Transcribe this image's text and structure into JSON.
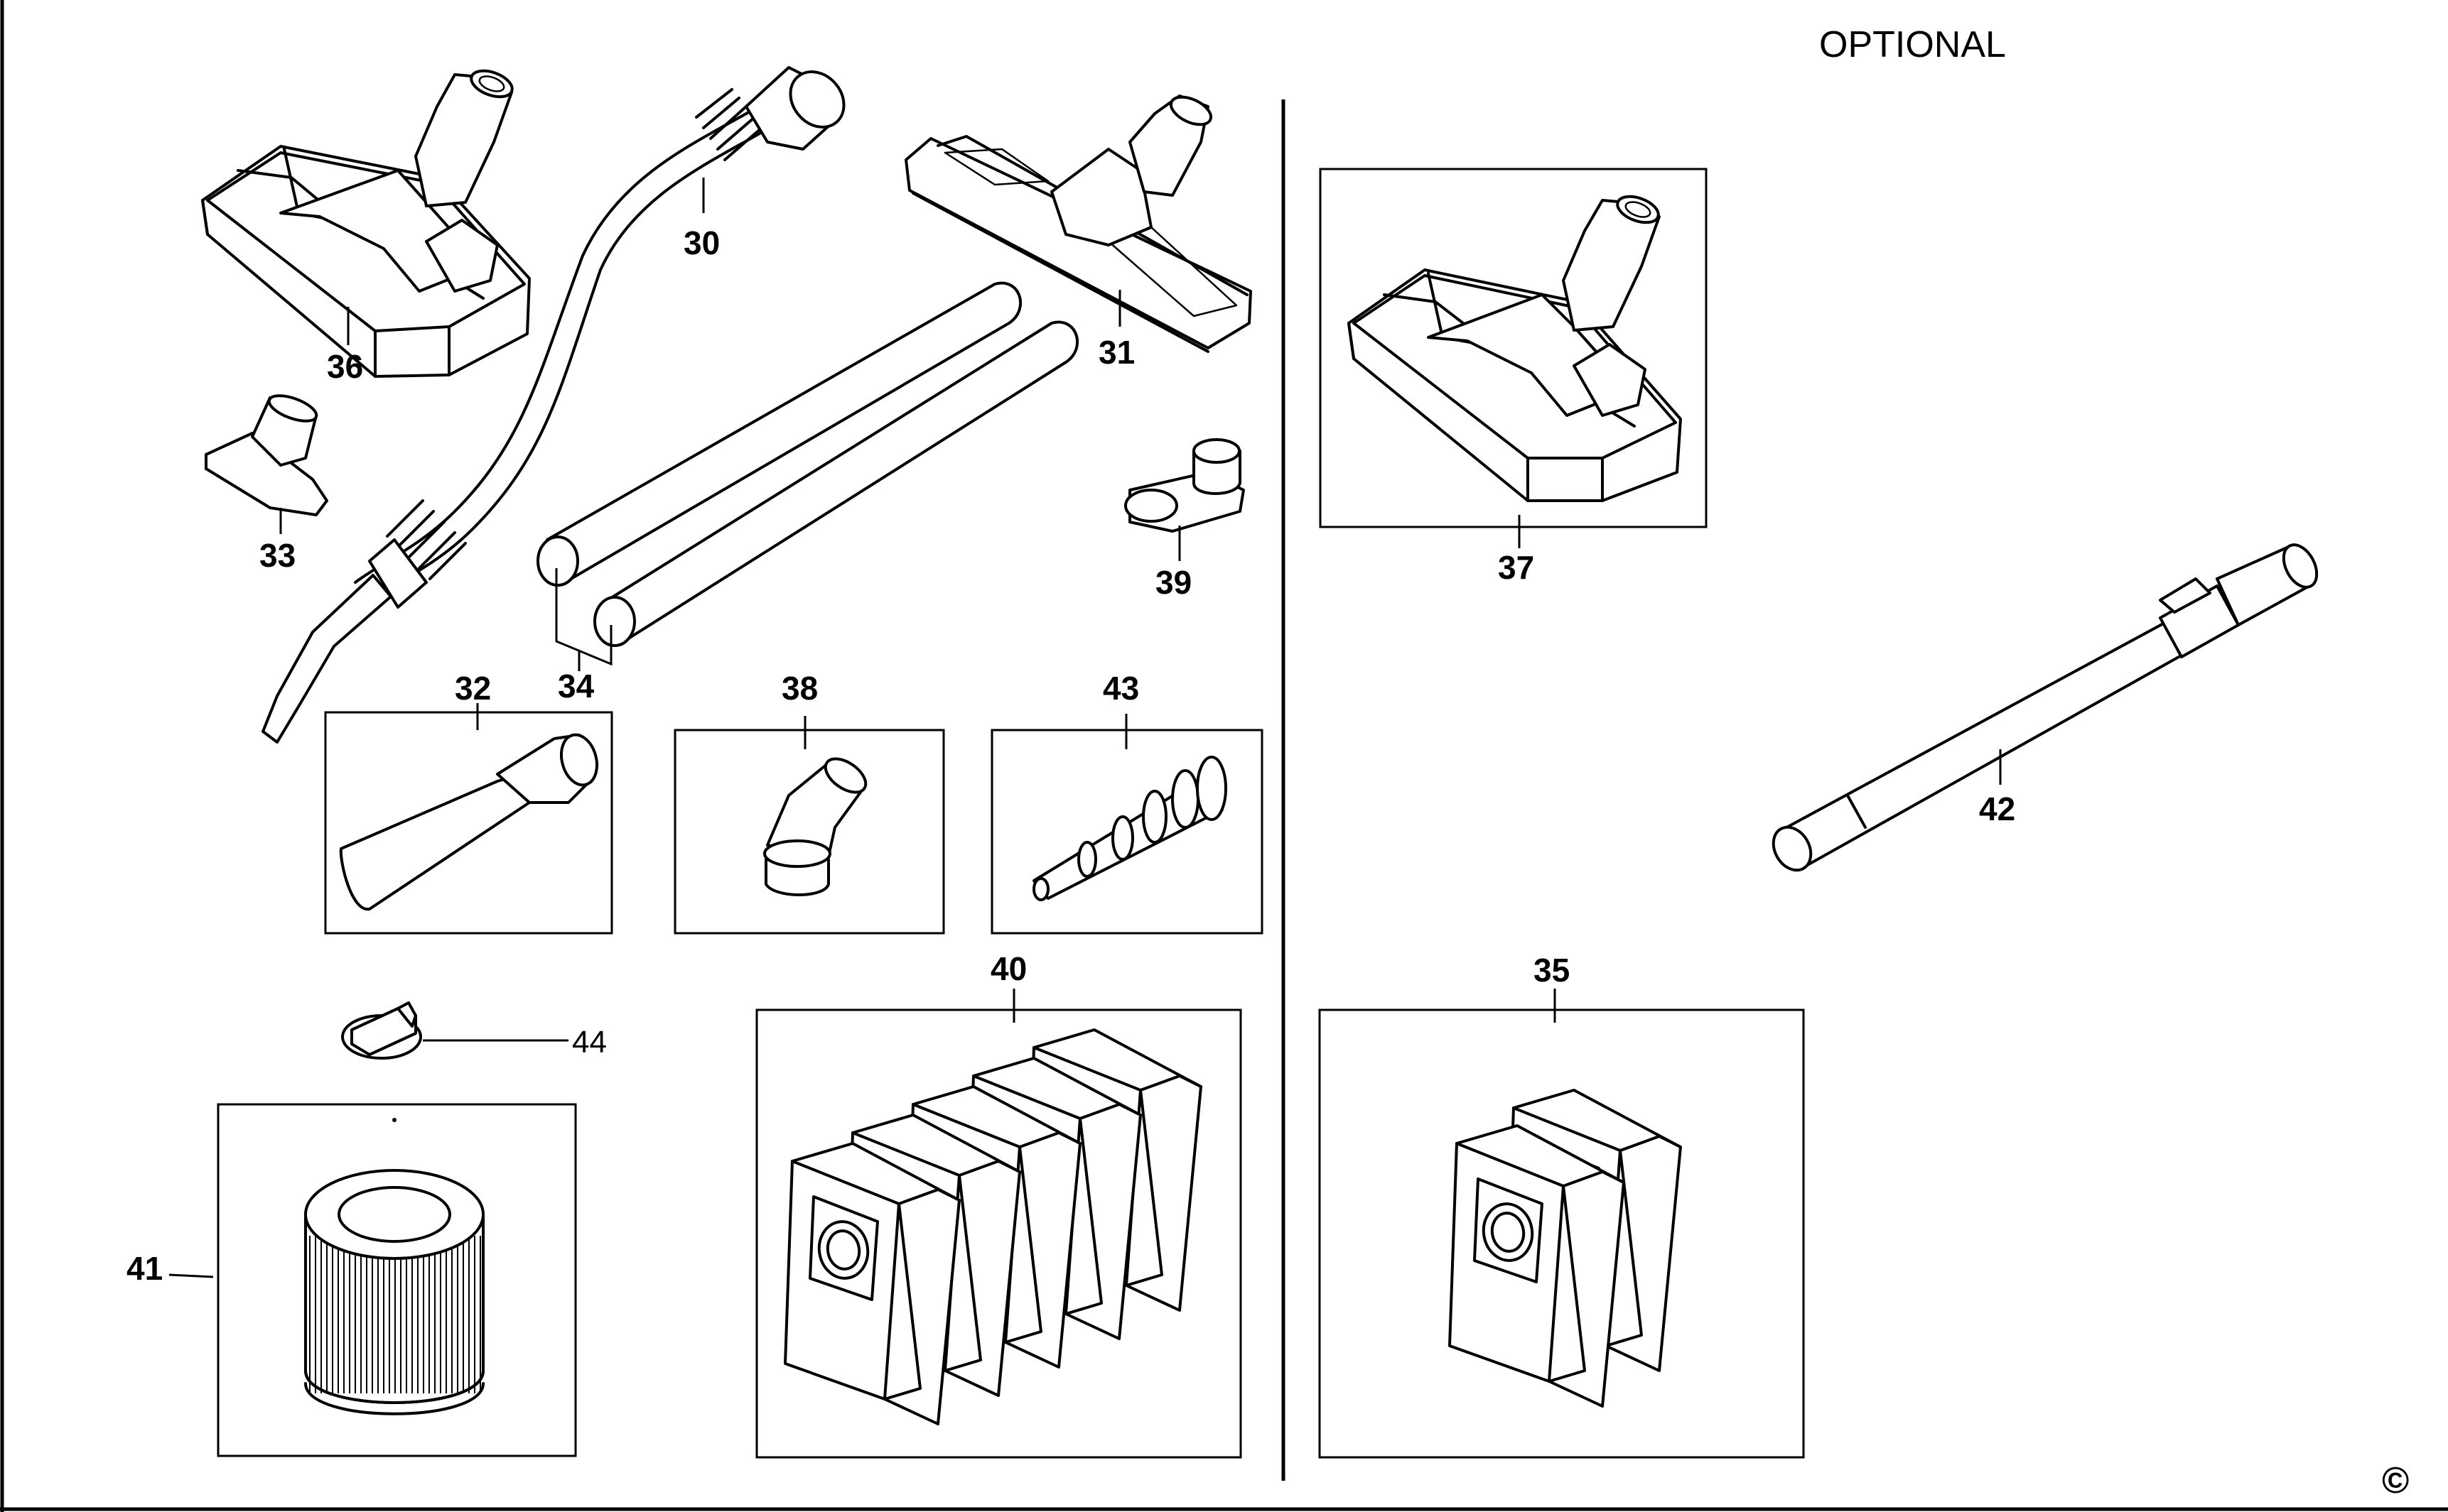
{
  "diagram": {
    "section_label": "OPTIONAL",
    "copyright_symbol": "©",
    "parts": [
      {
        "id": "p30",
        "label": "30"
      },
      {
        "id": "p31",
        "label": "31"
      },
      {
        "id": "p32",
        "label": "32"
      },
      {
        "id": "p33",
        "label": "33"
      },
      {
        "id": "p34",
        "label": "34"
      },
      {
        "id": "p35",
        "label": "35"
      },
      {
        "id": "p36",
        "label": "36"
      },
      {
        "id": "p37",
        "label": "37"
      },
      {
        "id": "p38",
        "label": "38"
      },
      {
        "id": "p39",
        "label": "39"
      },
      {
        "id": "p40",
        "label": "40"
      },
      {
        "id": "p41",
        "label": "41"
      },
      {
        "id": "p42",
        "label": "42"
      },
      {
        "id": "p43",
        "label": "43"
      },
      {
        "id": "p44",
        "label": "44"
      }
    ]
  }
}
